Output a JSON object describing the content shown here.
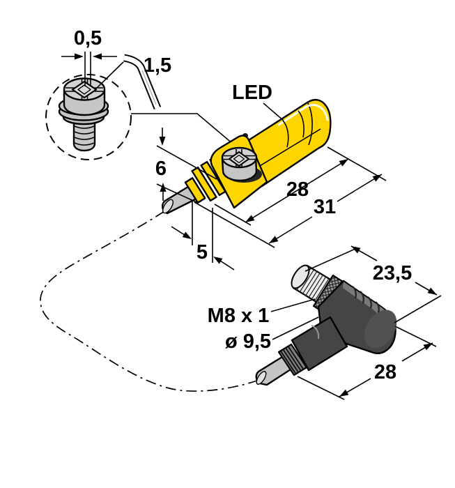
{
  "detail_view": {
    "slot_width": "0,5",
    "hex_key_size": "1,5"
  },
  "sensor": {
    "led_label": "LED",
    "dim_height": "6",
    "dim_cable_clearance": "5",
    "dim_housing_length": "28",
    "dim_total_length": "31"
  },
  "connector": {
    "thread_label": "M8 x 1",
    "diameter_label": "ø 9,5",
    "dim_head_length": "23,5",
    "dim_body_length": "28"
  },
  "colors": {
    "background": "#FFFFFF",
    "housing_yellow": "#FFD500",
    "outline_black": "#000000",
    "metal_gray": "#C8C8C8",
    "cable_gray": "#C4C4C4",
    "connector_dark": "#454545",
    "connector_light": "#7A7A7A",
    "thread_light": "#EDEDED"
  }
}
